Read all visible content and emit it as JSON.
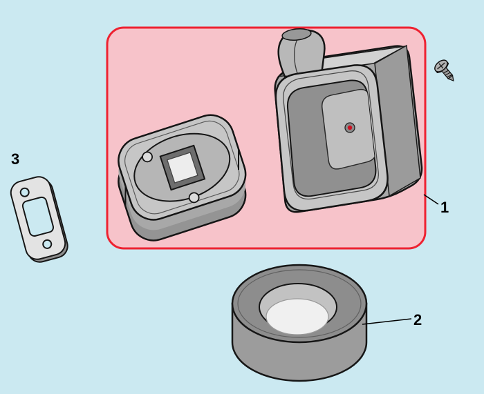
{
  "colors": {
    "background": "#cbe9f1",
    "highlight_fill": "#f7c3ca",
    "highlight_border": "#ee2231",
    "leader_line": "#000000",
    "label_text": "#000000",
    "marker_red": "#cc1020"
  },
  "callouts": [
    {
      "label": "1",
      "part": "air-filter-housing-assembly"
    },
    {
      "label": "2",
      "part": "air-filter-element"
    },
    {
      "label": "3",
      "part": "intake-gasket"
    }
  ],
  "standalone_icons": [
    {
      "name": "screw-icon"
    }
  ]
}
